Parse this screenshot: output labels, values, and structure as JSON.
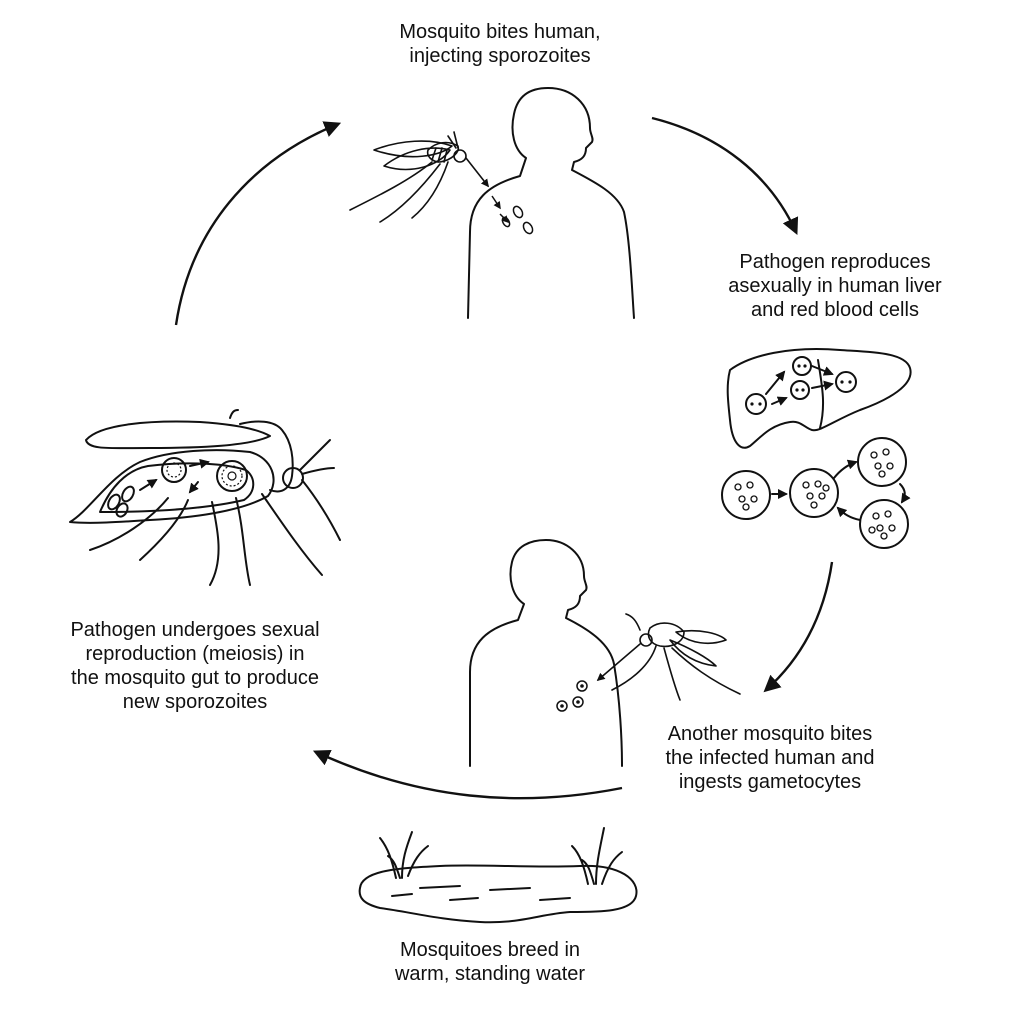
{
  "diagram": {
    "stages": {
      "human_bite": {
        "lines": [
          "Mosquito bites human,",
          "injecting sporozoites"
        ]
      },
      "asexual_reproduction": {
        "lines": [
          "Pathogen reproduces",
          "asexually in human liver",
          "and red blood cells"
        ]
      },
      "second_bite": {
        "lines": [
          "Another mosquito bites",
          "the infected human and",
          "ingests gametocytes"
        ]
      },
      "breeding": {
        "lines": [
          "Mosquitoes breed in",
          "warm, standing water"
        ]
      },
      "sexual_reproduction": {
        "lines": [
          "Pathogen undergoes sexual",
          "reproduction (meiosis) in",
          "the mosquito gut to produce",
          "new sporozoites"
        ]
      }
    },
    "colors": {
      "stroke": "#111111",
      "background": "#ffffff"
    }
  }
}
